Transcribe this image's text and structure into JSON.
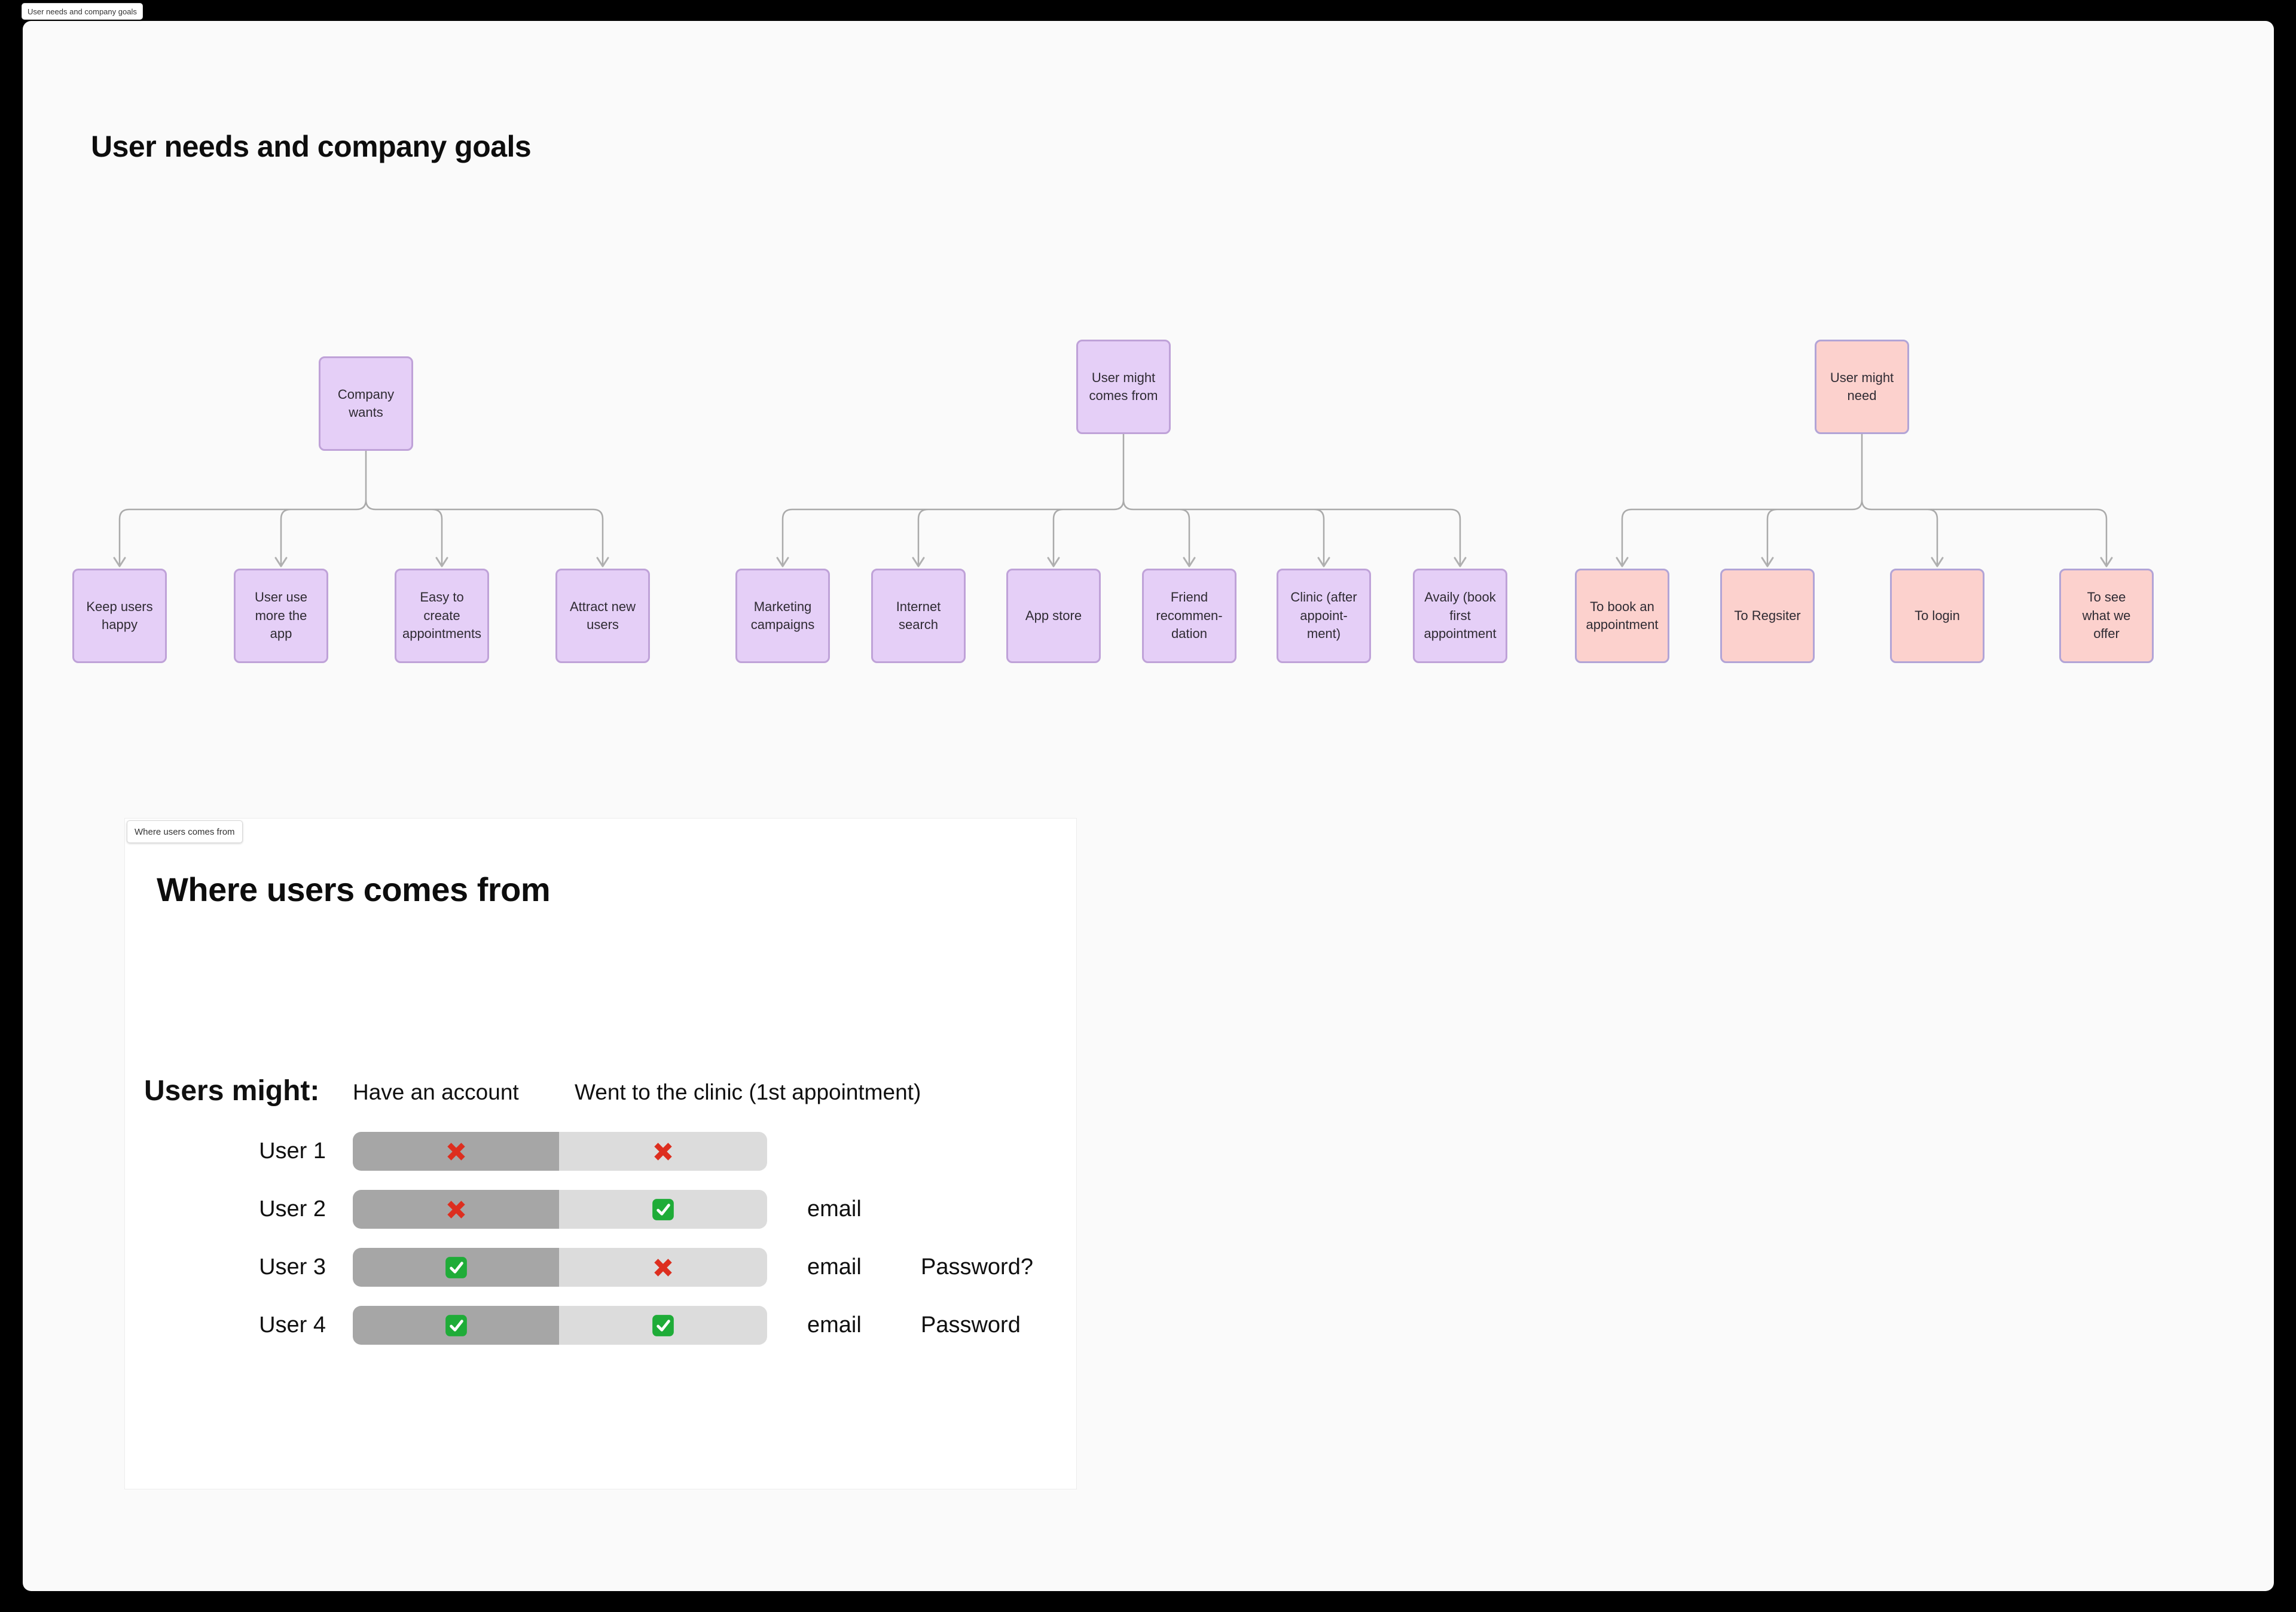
{
  "board": {
    "frame_label": "User needs and company goals",
    "title": "User needs and company goals",
    "trees": [
      {
        "root": "Company wants",
        "children": [
          "Keep users happy",
          "User use more the app",
          "Easy to create appointments",
          "Attract new users"
        ]
      },
      {
        "root": "User might comes from",
        "children": [
          "Marketing campaigns",
          "Internet search",
          "App store",
          "Friend recommen-dation",
          "Clinic (after appoint-ment)",
          "Availy (book first appointment"
        ]
      },
      {
        "root": "User might need",
        "children": [
          "To book an appointment",
          "To Regsiter",
          "To login",
          "To see what we offer"
        ]
      }
    ]
  },
  "section": {
    "frame_label": "Where users comes from",
    "title": "Where users comes from",
    "table": {
      "row_header": "Users might:",
      "columns": [
        "Have an account",
        "Went to the clinic (1st appointment)"
      ],
      "rows": [
        {
          "name": "User 1",
          "have_account": false,
          "went_clinic": false,
          "email": "",
          "password": ""
        },
        {
          "name": "User 2",
          "have_account": false,
          "went_clinic": true,
          "email": "email",
          "password": ""
        },
        {
          "name": "User 3",
          "have_account": true,
          "went_clinic": false,
          "email": "email",
          "password": "Password?"
        },
        {
          "name": "User 4",
          "have_account": true,
          "went_clinic": true,
          "email": "email",
          "password": "Password"
        }
      ]
    }
  },
  "colors": {
    "board_bg": "#fafafa",
    "section_bg": "#ffffff",
    "purple_fill": "#e5cff7",
    "purple_border": "#bfa2d8",
    "pink_fill": "#fcd1cd",
    "pink_border": "#b2a4d6",
    "connector": "#aaaaaa",
    "bar_dark": "#a6a6a6",
    "bar_light": "#dcdcdc",
    "check_green": "#1fac38",
    "cross_red": "#dd2e1f"
  }
}
